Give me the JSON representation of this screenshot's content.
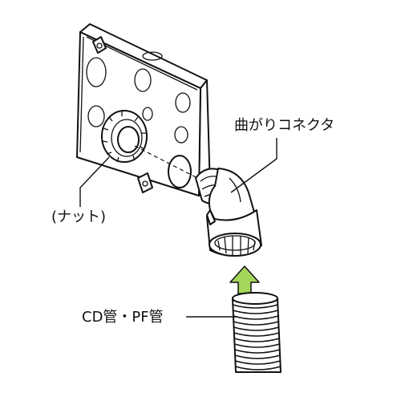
{
  "labels": {
    "connector": "曲がりコネクタ",
    "nut": "(ナット)",
    "conduit": "CD管・PF管"
  },
  "colors": {
    "arrow": "#a5d65a",
    "line": "#111111",
    "background": "#ffffff"
  }
}
